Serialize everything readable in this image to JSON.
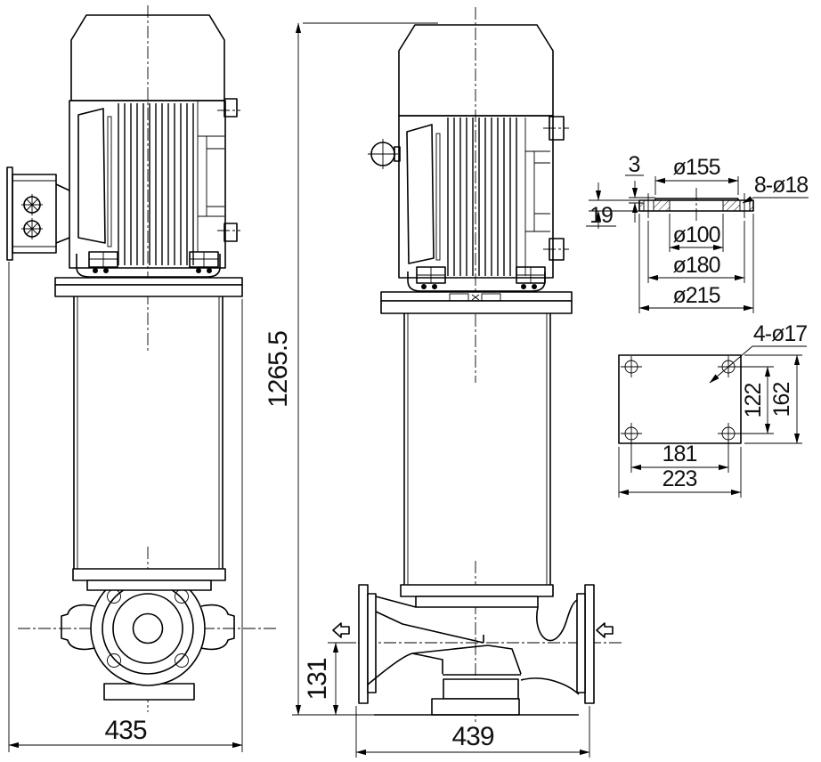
{
  "front_view": {
    "width": "435"
  },
  "side_view": {
    "width": "439",
    "overall_height": "1265.5",
    "port_height": "131"
  },
  "flange_detail": {
    "step_height": "3",
    "raised_face_dia": "ø155",
    "bolt_holes": "8-ø18",
    "thickness": "19",
    "bore_dia": "ø100",
    "bolt_circle_dia": "ø180",
    "outer_dia": "ø215"
  },
  "baseplate_detail": {
    "bolt_holes": "4-ø17",
    "hole_pitch_v": "122",
    "height": "162",
    "hole_pitch_h": "181",
    "width": "223"
  }
}
